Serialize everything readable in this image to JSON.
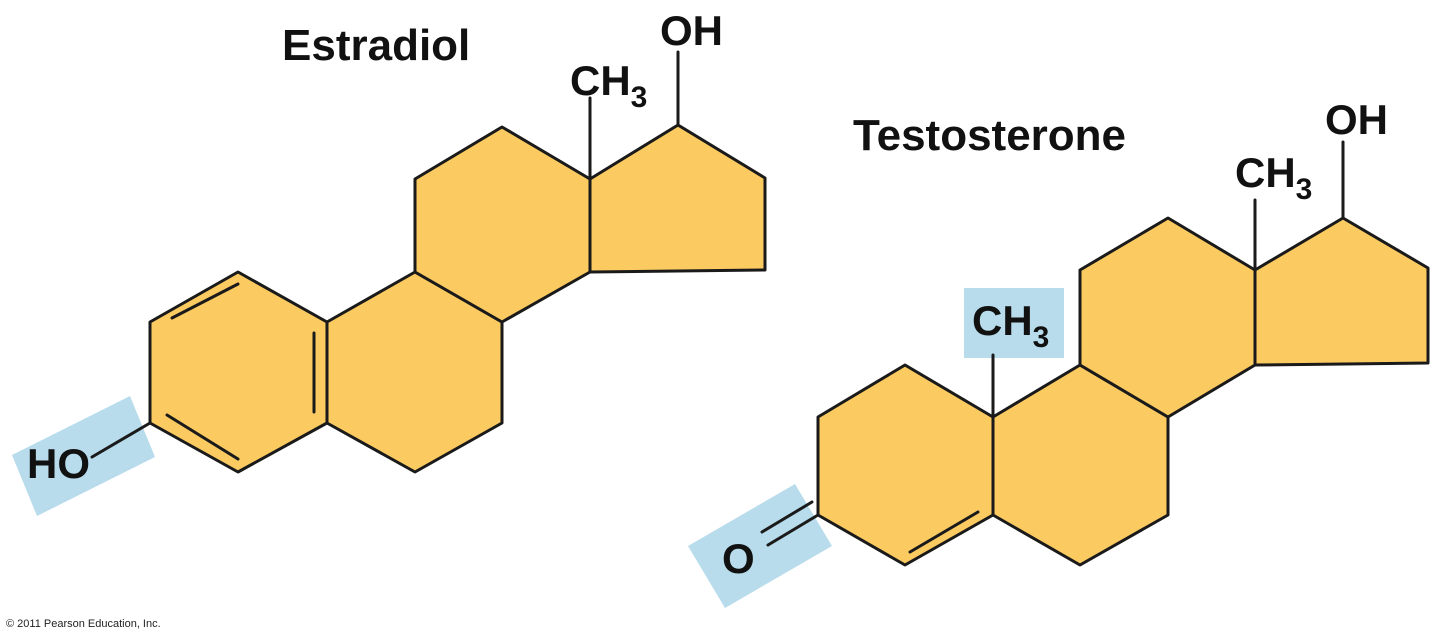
{
  "colors": {
    "ring_fill": "#FBCB62",
    "highlight": "#B8DCEB",
    "stroke": "#1A1A1A",
    "text": "#111111"
  },
  "estradiol": {
    "title": "Estradiol",
    "hydroxyl_top": "OH",
    "methyl": {
      "base": "CH",
      "subscript": "3"
    },
    "hydroxyl_ring_a": "HO"
  },
  "testosterone": {
    "title": "Testosterone",
    "hydroxyl_top": "OH",
    "methyl_c13": {
      "base": "CH",
      "subscript": "3"
    },
    "methyl_c10": {
      "base": "CH",
      "subscript": "3"
    },
    "ketone_oxygen": "O"
  },
  "footer": {
    "copyright": "© 2011 Pearson Education, Inc."
  }
}
